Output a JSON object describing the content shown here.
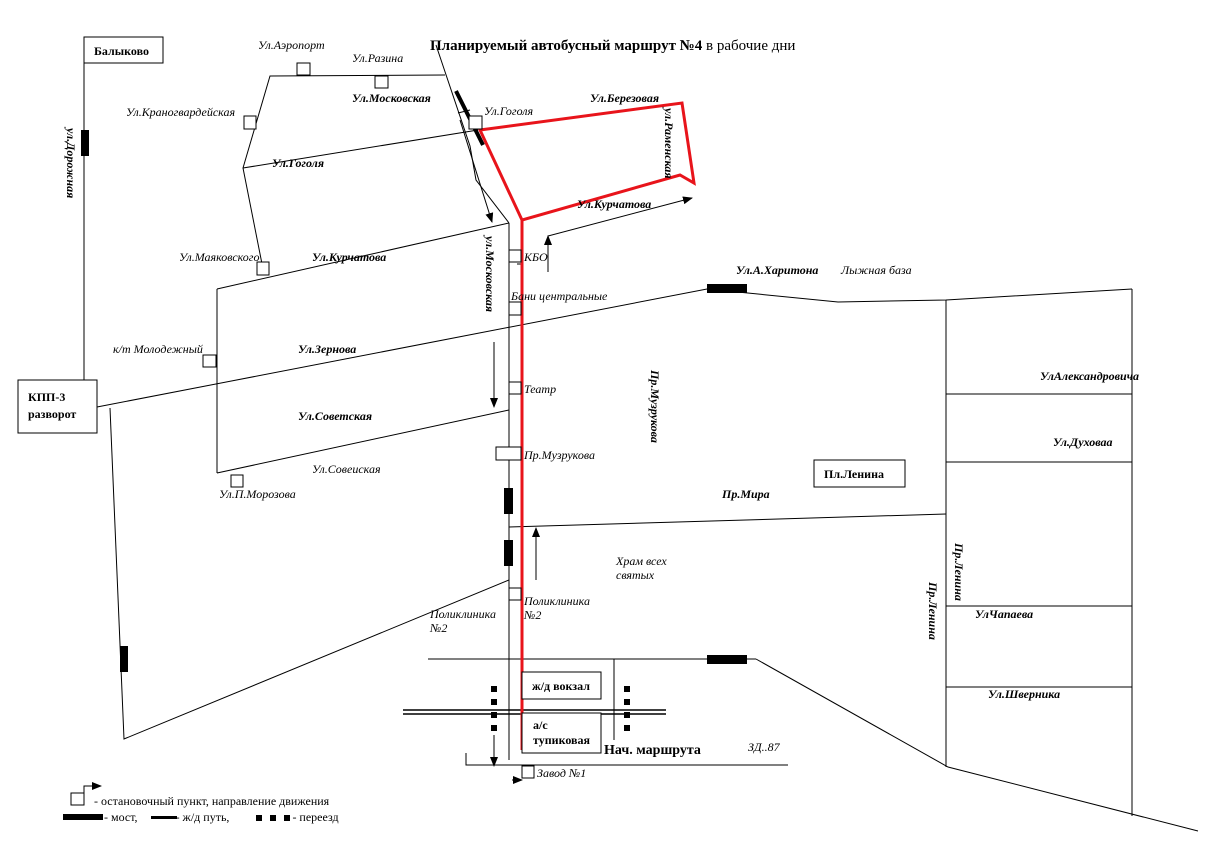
{
  "title": {
    "bold": "Планируемый автобусный маршрут №4",
    "rest": " в рабочие дни"
  },
  "boxes": {
    "balykovo": "Балыково",
    "kpp_line1": "КПП-3",
    "kpp_line2": "разворот",
    "pl_lenina": "Пл.Ленина",
    "vokzal": "ж/д вокзал",
    "tupik_line1": "а/с",
    "tupik_line2": "тупиковая"
  },
  "labels": {
    "aeroport": "Ул.Аэропорт",
    "razina": "Ул.Разина",
    "moskovskaya_top": "Ул.Московская",
    "gogolya_stop": "Ул.Гоголя",
    "berezovaya": "Ул.Березовая",
    "ramenskaya": "ул.Раменская",
    "krasnogvard": "Ул.Краногвардейская",
    "gogolya_street": "Ул.Гоголя",
    "kurchatova_top": "Ул.Курчатова",
    "mayakovskogo": "Ул.Маяковского",
    "kurchatova_mid": "Ул.Курчатова",
    "moskovskaya_vert": "ул.Московская",
    "kbo": "КБО",
    "a_haritona": "Ул.А.Харитона",
    "lyzhnaya": "Лыжная база",
    "bani": "Бани центральные",
    "dorozhnaya": "ул.Дорожная",
    "molodezhny": "к/т Молодежный",
    "zernova": "Ул.Зернова",
    "teatr": "Театр",
    "pr_muzrukova_vert": "Пр.Музрукова",
    "aleksandrovicha": "УлАлександровича",
    "sovetskaya": "Ул.Советская",
    "pr_muzrukova_stop": "Пр.Музрукова",
    "duhovaa": "Ул.Духоваа",
    "soveiskaya": "Ул.Совеиская",
    "p_morozova": "Ул.П.Морозова",
    "pr_mira": "Пр.Мира",
    "hram_line1": "Храм всех",
    "hram_line2": "святых",
    "pr_lenina_1": "Пр.Ленина",
    "pr_lenina_2": "Пр.Ленина",
    "poliklinika_l1": "Поликлиника",
    "poliklinika_l2": "№2",
    "poliklinika_r1": "Поликлиника",
    "poliklinika_r2": "№2",
    "chapaeva": "УлЧапаева",
    "shvernika": "Ул.Шверника",
    "start": "Нач. маршрута",
    "zd87": "ЗД..87",
    "zavod": "Завод №1"
  },
  "legend": {
    "stop_text": "- остановочный пункт, направление движения",
    "bridge_text": " - мост, ",
    "rail_text": " - ж/д путь, ",
    "crossing_text": "- переезд"
  },
  "colors": {
    "route": "#e8141b",
    "line": "#000000",
    "background": "#ffffff"
  }
}
